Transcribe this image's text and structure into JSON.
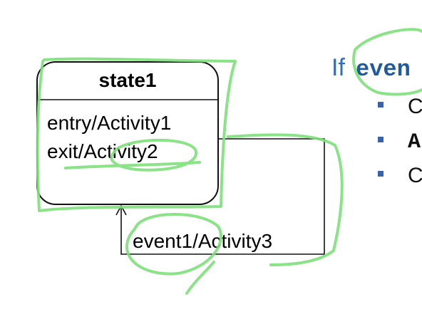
{
  "state": {
    "name": "state1",
    "entry_action": "entry/Activity1",
    "exit_action": "exit/Activity2"
  },
  "transition": {
    "label": "event1/Activity3"
  },
  "slide_text": {
    "if_keyword": "If",
    "code_fragment": "even",
    "bullets": [
      "C",
      "A",
      "C"
    ]
  },
  "colors": {
    "annotation_green": "#7ee07a",
    "if_blue": "#2f6fb8",
    "code_blue": "#1f5a9e",
    "bullet_blue": "#3a64a8",
    "line": "#111111"
  }
}
